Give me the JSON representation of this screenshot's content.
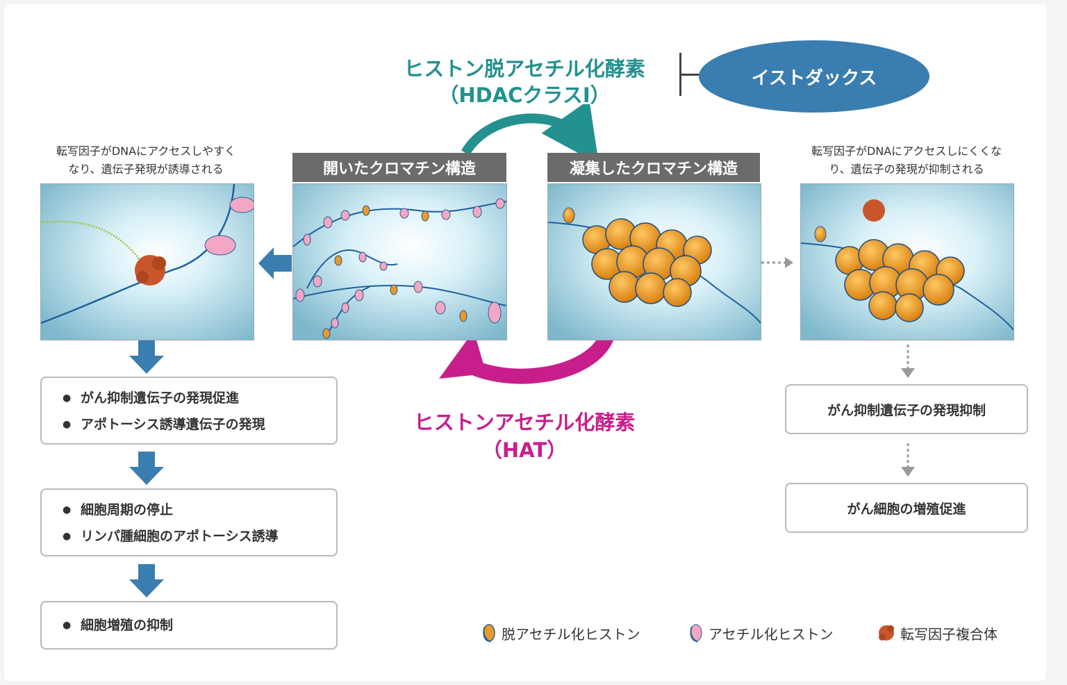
{
  "enzymes": {
    "hdac_line1": "ヒストン脱アセチル化酵素",
    "hdac_line2": "（HDACクラスⅠ）",
    "hat_line1": "ヒストンアセチル化酵素",
    "hat_line2": "（HAT）",
    "hdac_color": "#23918f",
    "hat_color": "#c81e8c"
  },
  "drug": {
    "name": "イストダックス",
    "color": "#3a7db0"
  },
  "panels": {
    "open_label": "開いたクロマチン構造",
    "condensed_label": "凝集したクロマチン構造",
    "left_caption_1": "転写因子がDNAにアクセスしやすく",
    "left_caption_2": "なり、遺伝子発現が誘導される",
    "right_caption_1": "転写因子がDNAにアクセスしにくくな",
    "right_caption_2": "り、遺伝子の発現が抑制される"
  },
  "left_flow": {
    "box1": [
      "がん抑制遺伝子の発現促進",
      "アポトーシス誘導遺伝子の発現"
    ],
    "box2": [
      "細胞周期の停止",
      "リンパ腫細胞のアポトーシス誘導"
    ],
    "box3": [
      "細胞増殖の抑制"
    ],
    "arrow_color": "#3a7db0"
  },
  "right_flow": {
    "box1": "がん抑制遺伝子の発現抑制",
    "box2": "がん細胞の増殖促進"
  },
  "legend": {
    "deacetylated": "脱アセチル化ヒストン",
    "acetylated": "アセチル化ヒストン",
    "tf_complex": "転写因子複合体"
  }
}
